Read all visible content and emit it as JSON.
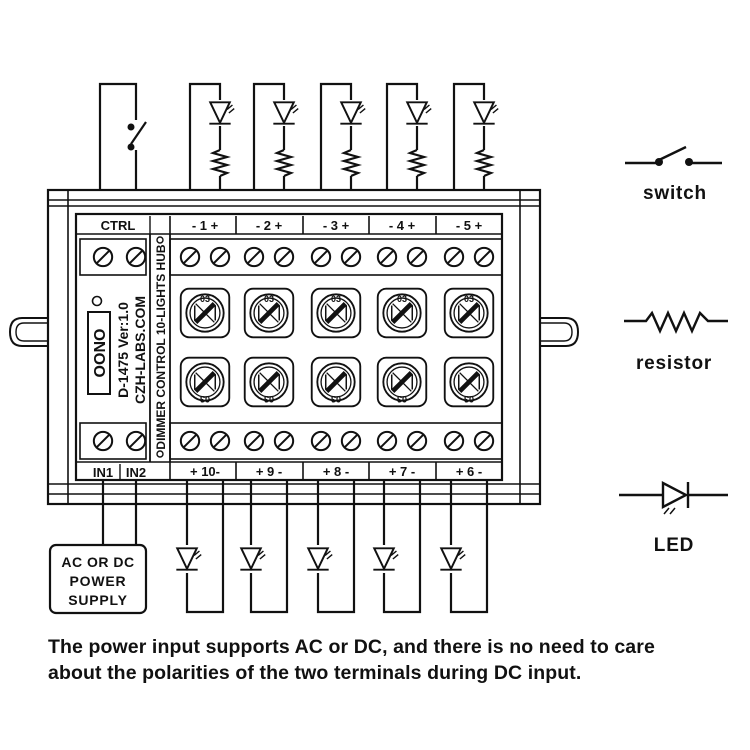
{
  "board": {
    "model_line": "D-1475  Ver:1.0",
    "site_line": "CZH-LABS.COM",
    "hub_label": "DIMMER CONTROL 10-LIGHTS HUB",
    "dip_label": "OONO",
    "ctrl_label": "CTRL",
    "in1_label": "IN1",
    "in2_label": "IN2",
    "pot_top_digits": "03",
    "pot_bottom_digits": "03",
    "top_channels": [
      {
        "label": "- 1 +"
      },
      {
        "label": "- 2 +"
      },
      {
        "label": "- 3 +"
      },
      {
        "label": "- 4 +"
      },
      {
        "label": "- 5 +"
      }
    ],
    "bottom_channels": [
      {
        "label": "+ 10-"
      },
      {
        "label": "+ 9 -"
      },
      {
        "label": "+ 8 -"
      },
      {
        "label": "+ 7 -"
      },
      {
        "label": "+ 6 -"
      }
    ]
  },
  "power_supply": {
    "line1": "AC OR DC",
    "line2": "POWER",
    "line3": "SUPPLY"
  },
  "legend": {
    "switch_label": "switch",
    "resistor_label": "resistor",
    "led_label": "LED"
  },
  "caption": {
    "line1": "The power input supports AC or DC, and there is no need to care",
    "line2": "about the polarities of the two terminals during DC input."
  }
}
